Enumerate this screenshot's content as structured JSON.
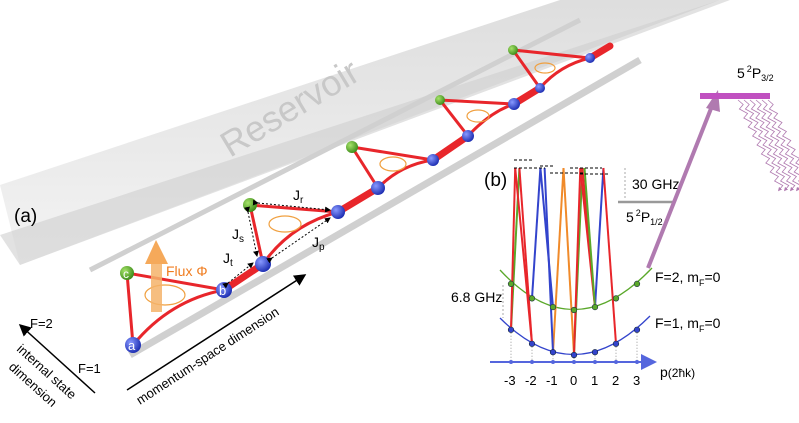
{
  "panel_a": {
    "label": "(a)",
    "reservoir_label": "Reservoir",
    "flux_label": "Flux Φ",
    "site_labels": {
      "a": "a",
      "b": "b",
      "c": "c"
    },
    "couplings": {
      "Jr": "J",
      "Jr_sub": "r",
      "Js": "J",
      "Js_sub": "s",
      "Jt": "J",
      "Jt_sub": "t",
      "Jp": "J",
      "Jp_sub": "p"
    },
    "f2_label": "F=2",
    "f1_label": "F=1",
    "internal_axis_line1": "internal state",
    "internal_axis_line2": "dimension",
    "momentum_axis": "momentum-space dimension"
  },
  "panel_b": {
    "label": "(b)",
    "detuning": "30 GHz",
    "p12_label": "5",
    "p12_sup": "2",
    "p12_main": "P",
    "p12_sub": "1/2",
    "p32_label": "5",
    "p32_sup": "2",
    "p32_main": "P",
    "p32_sub": "3/2",
    "f2_level": "F=2, m",
    "f2_sub": "F",
    "f2_tail": "=0",
    "f1_level": "F=1, m",
    "f1_sub": "F",
    "f1_tail": "=0",
    "hyperfine": "6.8 GHz",
    "axis_label": "p",
    "axis_unit": "(2ħk)",
    "ticks": [
      "-3",
      "-2",
      "-1",
      "0",
      "1",
      "2",
      "3"
    ]
  },
  "colors": {
    "red": "#e8262b",
    "blue": "#3344cc",
    "green": "#5aa82a",
    "orange": "#f08a2a",
    "purple": "#b07ab0"
  }
}
